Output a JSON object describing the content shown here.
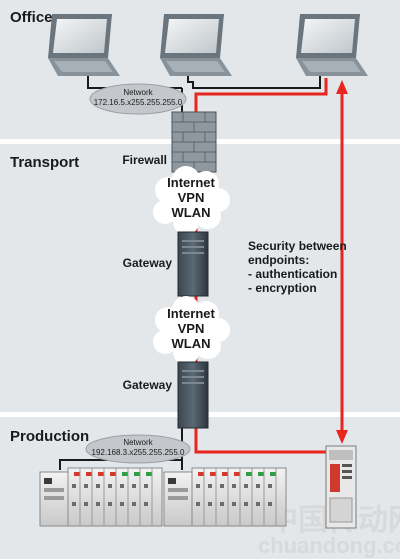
{
  "zones": {
    "office": "Office",
    "transport": "Transport",
    "production": "Production"
  },
  "office_network": {
    "title": "Network",
    "address": "172.16.5.x255.255.255.0"
  },
  "production_network": {
    "title": "Network",
    "address": "192.168.3.x255.255.255.0"
  },
  "firewall_label": "Firewall",
  "cloud1": [
    "Internet",
    "VPN",
    "WLAN"
  ],
  "cloud2": [
    "Internet",
    "VPN",
    "WLAN"
  ],
  "gateway1_label": "Gateway",
  "gateway2_label": "Gateway",
  "security_note": [
    "Security between",
    "endpoints:",
    "- authentication",
    "- encryption"
  ],
  "watermark": {
    "cn": "中国传动网",
    "url": "chuandong.com"
  },
  "colors": {
    "zone_bg": "#e4e7ea",
    "secure_link": "#e8251f",
    "network_ellipse": "#c4c8cc"
  }
}
